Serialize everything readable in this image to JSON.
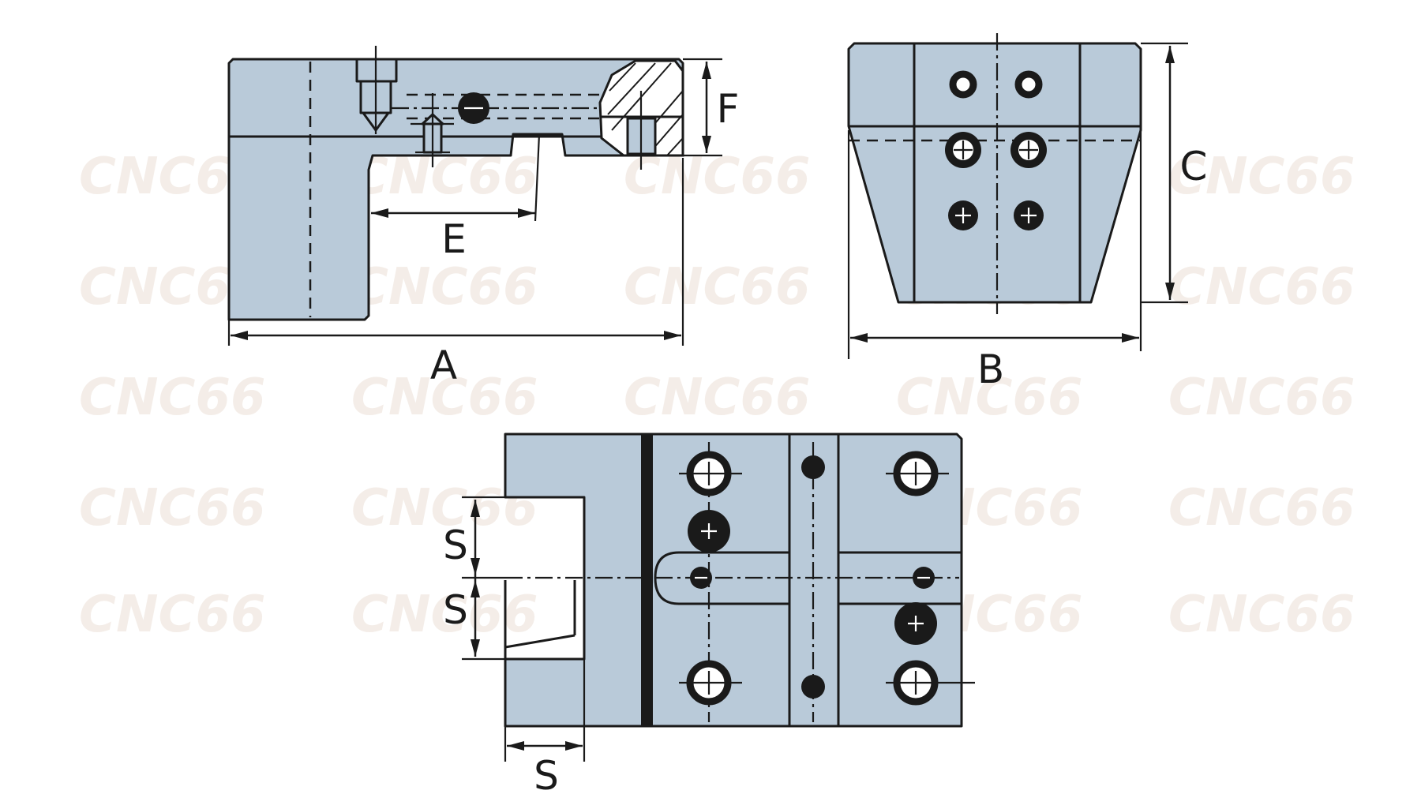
{
  "watermark": {
    "text": "CNC66"
  },
  "dimensions": {
    "A": "A",
    "B": "B",
    "C": "C",
    "E": "E",
    "F": "F",
    "S_top": "S",
    "S_middle": "S",
    "S_bottom": "S"
  },
  "colors": {
    "part_fill": "#b9cad9",
    "line": "#1a1a1a",
    "watermark": "#f3ece6"
  }
}
